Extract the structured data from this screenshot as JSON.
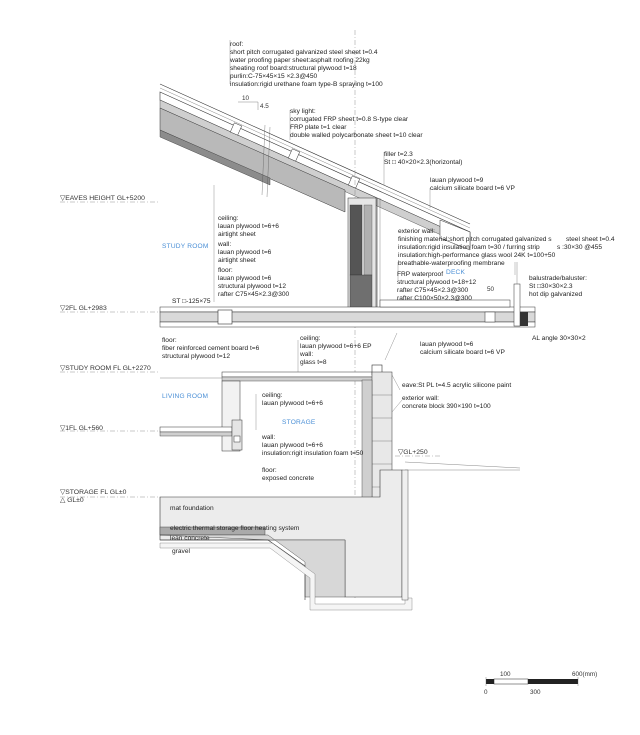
{
  "levels": {
    "eaves": "▽EAVES HEIGHT GL+5200",
    "fl2": "▽2FL GL+2983",
    "study_fl": "▽STUDY ROOM FL GL+2270",
    "fl1": "▽1FL GL+560",
    "gl250": "▽GL+250",
    "storage_fl": "▽STORAGE FL GL±0",
    "gl0": "△ GL±0"
  },
  "rooms": {
    "study": "STUDY ROOM",
    "living": "LIVING ROOM",
    "storage": "STORAGE",
    "deck": "DECK"
  },
  "notes": {
    "roof": [
      "roof:",
      "short pitch corrugated galvanized steel sheet t=0.4",
      "water proofing paper sheet:asphalt roofing 22kg",
      "sheating roof board:structural plywood t=18",
      "purlin:C-75×45×15 ×2.3@450",
      "insulation:rigid urethane foam type-B spraying t=100"
    ],
    "roof_dims": [
      "10",
      "4.5"
    ],
    "skylight": [
      "sky light:",
      "corrugated FRP sheet t=0.8 S-type clear",
      "FRP plate t=1 clear",
      "double walled polycarbonate sheet t=10 clear"
    ],
    "filler": [
      "filler t=2.3",
      "St □ 40×20×2.3(horizontal)"
    ],
    "ceiling_upper": [
      "lauan plywood t=9",
      "calcium silicate board   t=6 VP"
    ],
    "ceiling_study": [
      "ceiling:",
      "lauan plywood t=6+6",
      "airtight sheet"
    ],
    "wall_study": [
      "wall:",
      "lauan plywood t=6",
      "airtight sheet"
    ],
    "exterior_wall": [
      "exterior wall:",
      "finishing material:short pitch corrugated galvanized s",
      "insulation:rigid insulation foam t=30 / furring strip",
      "insulation:high-performance glass wool 24K t=100+50",
      "breathable-waterproofing membrane"
    ],
    "steel_sheet": [
      "steel sheet t=0.4",
      "s :30×30 @455"
    ],
    "floor_study": [
      "floor:",
      "lauan plywood t=6",
      "structural plywood t=12",
      "rafter C75×45×2.3@300"
    ],
    "frp": [
      "FRP waterproof",
      "structural plywood t=18+12",
      "rafter C75×45×2.3@300",
      "rafter C100×50×2.3@300"
    ],
    "deck_dim": "50",
    "balustrade": [
      "balustrade/baluster:",
      "St □30×30×2.3",
      "hot dip galvanized"
    ],
    "st_beam": "ST □-125×75",
    "al_angle": "AL angle 30×30×2",
    "floor_living": [
      "floor:",
      "fiber reinforced cement board t=6",
      "structural plywood t=12"
    ],
    "ceiling_mid": [
      "ceiling:",
      "lauan plywood t=6+6 EP",
      "wall:",
      "glass t=8"
    ],
    "ceiling_right": [
      "lauan plywood  t=6",
      "calcium silicate board  t=6 VP"
    ],
    "eave": "eave:St PL t=4.5 acrylic silicone paint",
    "ext_wall_block": [
      "exterior wall:",
      "concrete block 390×190 t=100"
    ],
    "ceiling_storage": [
      "ceiling:",
      "lauan plywood t=6+6"
    ],
    "wall_storage": [
      "wall:",
      "lauan plywood t=6+6",
      "insulation:rigit insulation foam t=50"
    ],
    "floor_storage": [
      "floor:",
      "exposed concrete"
    ],
    "mat": "mat foundation",
    "heating": "electric thermal storage floor heating system",
    "lean": "lean concrete",
    "gravel": "gravel"
  },
  "scale_bar": {
    "top_labels": [
      "100",
      "600(mm)"
    ],
    "bottom_labels": [
      "0",
      "300"
    ]
  },
  "colors": {
    "line": "#333333",
    "room_label": "#4a8fd6",
    "concrete_fill": "#e8e8e8",
    "insulation_fill": "#c9c9c9",
    "dark_fill": "#555555"
  }
}
